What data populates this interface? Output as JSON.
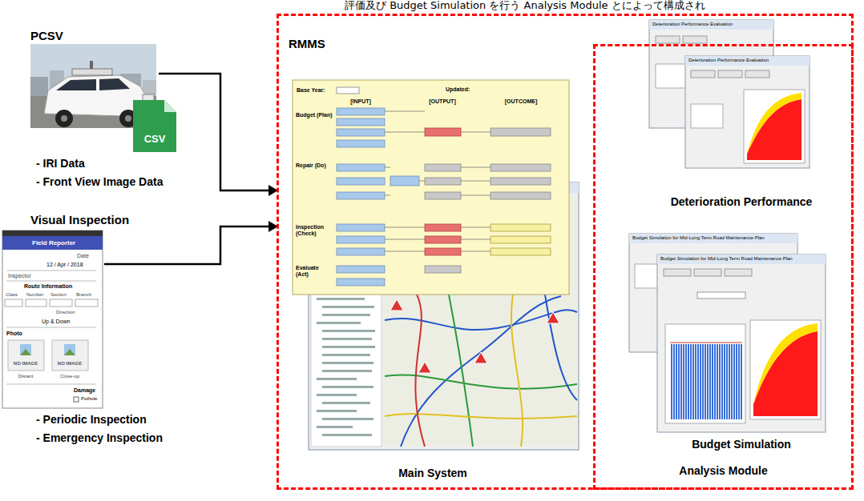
{
  "diagram": {
    "nodes": [
      {
        "text": [
          "RMMS"
        ]
      },
      {
        "text": [
          "Analysis Module"
        ],
        "in": 0
      }
    ],
    "labels": [
      "評価及び Budget Simulation を行う Analysis Module とによって構成され",
      "PCSV",
      "CSV",
      "- IRI Data",
      "- Front View Image Data",
      "Visual Inspection",
      "Field Reporter",
      "Date",
      "12 / Apr / 2018",
      "Inspector",
      "Route Information",
      "Class",
      "Number",
      "Section",
      "Branch",
      "Direction",
      "Up & Down",
      "Photo",
      "NO IMAGE",
      "NO IMAGE",
      "Distant",
      "Close-up",
      "Damage",
      "Pothole",
      "- Periodic Inspection",
      "- Emergency Inspection",
      "Base Year:",
      "Updated:",
      "[INPUT]",
      "[OUTPUT]",
      "[OUTCOME]",
      "Budget (Plan)",
      "Repair (Do)",
      "Inspection (Check)",
      "Evaluate (Act)",
      "Main System",
      "Deterioration Performance Evaluation",
      "Deterioration Performance Evaluation",
      "Deterioration Performance",
      "Budget Simulation for Mid-Long Term Road Maintenance Plan",
      "Budget Simulation for Mid-Long Term Road Maintenance Plan",
      "Budget Simulation"
    ]
  }
}
